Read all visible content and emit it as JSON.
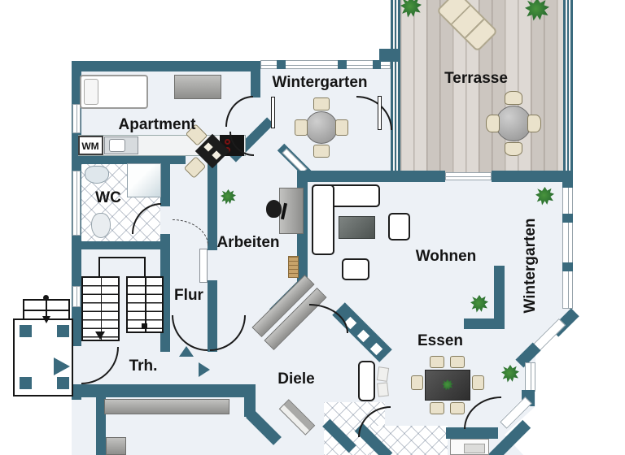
{
  "plan": {
    "kind": "floor-plan",
    "labels": {
      "terrasse": "Terrasse",
      "wintergarten_top": "Wintergarten",
      "apartment": "Apartment",
      "wm": "WM",
      "wc": "WC",
      "arbeiten": "Arbeiten",
      "flur": "Flur",
      "trh": "Trh.",
      "diele": "Diele",
      "wohnen": "Wohnen",
      "essen": "Essen",
      "wintergarten_right": "Wintergarten"
    },
    "colors": {
      "wall": "#3a6a7d",
      "floor": "#edf1f6",
      "outside": "#ffffff",
      "deck_wood": "#d7d1ca",
      "furniture_black": "#1c1c1c",
      "furniture_gray": "#9a9a98",
      "chair_beige": "#eae2cb",
      "plant_green": "#2d7231",
      "text": "#141414"
    }
  }
}
